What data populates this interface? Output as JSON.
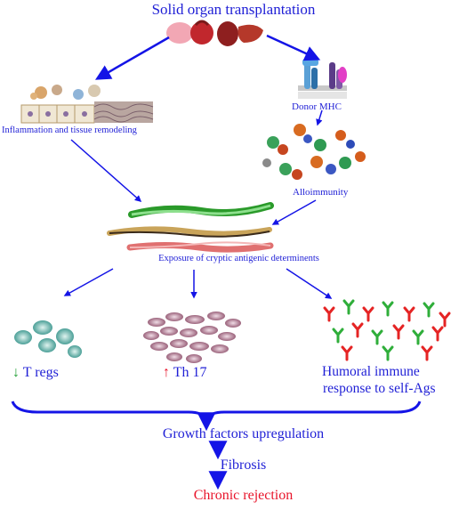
{
  "title": "Solid organ transplantation",
  "nodes": {
    "donor_mhc": "Donor MHC",
    "inflammation": "Inflammation and tissue remodeling",
    "alloimmunity": "Alloimmunity",
    "exposure": "Exposure of cryptic antigenic determinents",
    "tregs": "T regs",
    "th17": "Th 17",
    "humoral_line1": "Humoral immune",
    "humoral_line2": "response to self-Ags",
    "growth": "Growth factors upregulation",
    "fibrosis": "Fibrosis",
    "chronic": "Chronic rejection"
  },
  "symbols": {
    "down_arrow": "↓",
    "up_arrow": "↑"
  },
  "colors": {
    "text_blue": "#1f1fd6",
    "arrow_blue": "#1414e6",
    "down_green": "#22a036",
    "up_red": "#e8142a",
    "outcome_red": "#e8142a"
  },
  "icons": [
    "organs-icon",
    "mhc-receptor-icon",
    "tissue-remodeling-icon",
    "antibody-cluster-icon",
    "collagen-fibers-icon",
    "treg-cells-icon",
    "th17-cells-icon",
    "autoantibodies-icon"
  ]
}
